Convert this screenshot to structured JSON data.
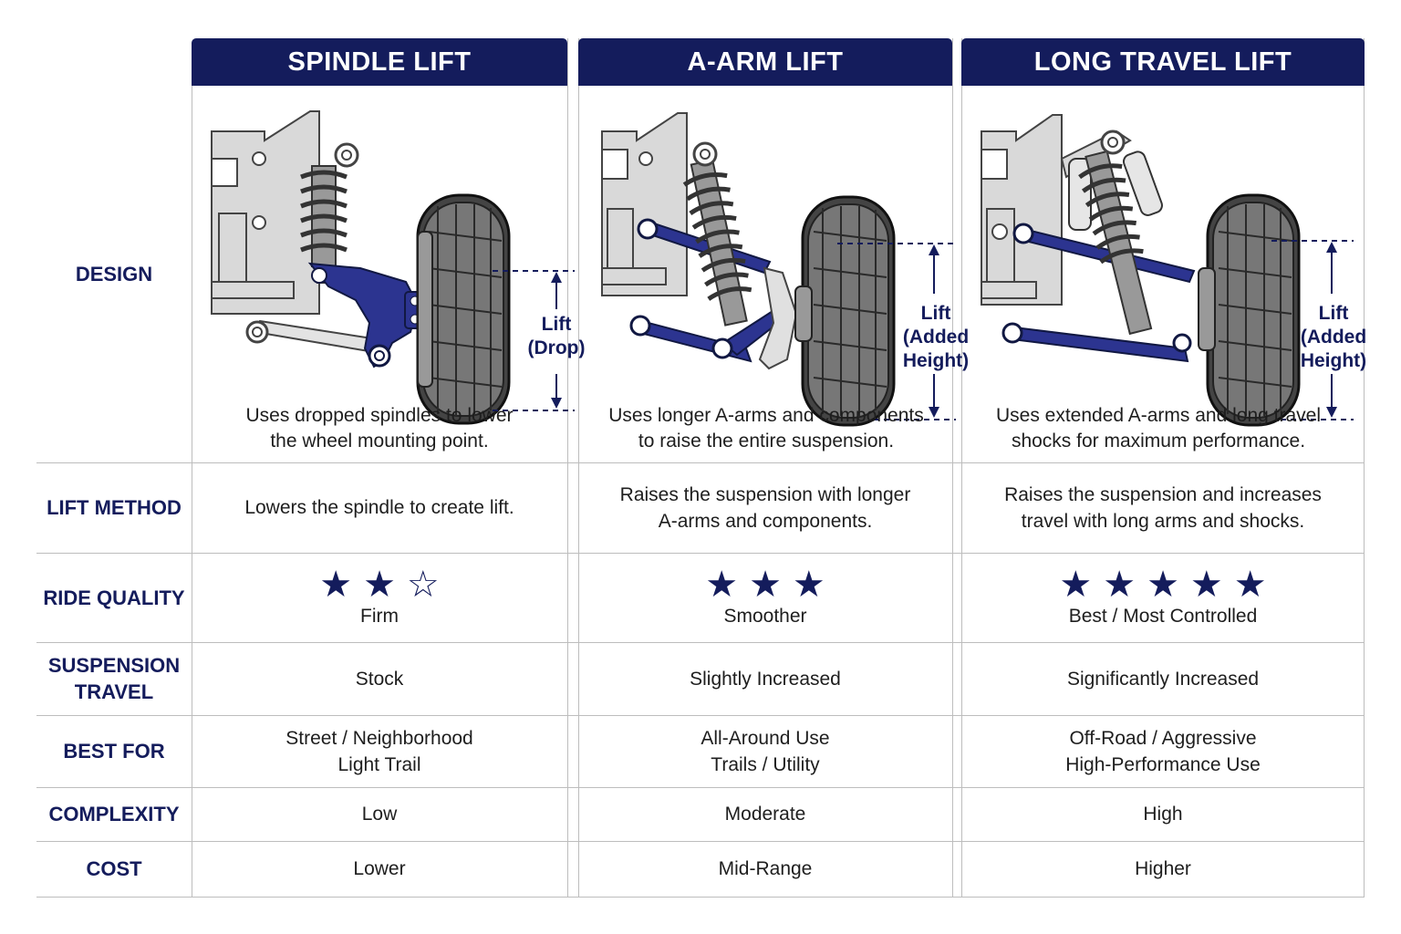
{
  "columns": [
    {
      "title": "SPINDLE LIFT",
      "lift_label": [
        "Lift",
        "(Drop)"
      ],
      "design_desc": "Uses dropped spindles to lower\nthe wheel mounting point.",
      "lift_method": "Lowers the spindle to create lift.",
      "ride_rating": 2,
      "ride_max": 3,
      "ride_text": "Firm",
      "suspension_travel": "Stock",
      "best_for": "Street / Neighborhood\nLight Trail",
      "complexity": "Low",
      "cost": "Lower"
    },
    {
      "title": "A-ARM LIFT",
      "lift_label": [
        "Lift",
        "(Added",
        "Height)"
      ],
      "design_desc": "Uses longer A-arms and components\nto raise the entire suspension.",
      "lift_method": "Raises the suspension with longer\nA-arms and components.",
      "ride_rating": 3,
      "ride_max": 3,
      "ride_text": "Smoother",
      "suspension_travel": "Slightly Increased",
      "best_for": "All-Around Use\nTrails / Utility",
      "complexity": "Moderate",
      "cost": "Mid-Range"
    },
    {
      "title": "LONG TRAVEL LIFT",
      "lift_label": [
        "Lift",
        "(Added",
        "Height)"
      ],
      "design_desc": "Uses extended A-arms and long travel\nshocks for maximum performance.",
      "lift_method": "Raises the suspension and increases\ntravel with long arms and shocks.",
      "ride_rating": 5,
      "ride_max": 5,
      "ride_text": "Best / Most Controlled",
      "suspension_travel": "Significantly Increased",
      "best_for": "Off-Road / Aggressive\nHigh-Performance Use",
      "complexity": "High",
      "cost": "Higher"
    }
  ],
  "row_labels": {
    "design": "DESIGN",
    "lift_method": "LIFT METHOD",
    "ride_quality": "RIDE QUALITY",
    "suspension_travel": "SUSPENSION\nTRAVEL",
    "best_for": "BEST FOR",
    "complexity": "COMPLEXITY",
    "cost": "COST"
  },
  "colors": {
    "header": "#141c5c",
    "accent_arm": "#2c3490",
    "grid": "#bdbdbd"
  },
  "icons": [
    "filled-star-icon",
    "empty-star-icon",
    "up-arrow-icon",
    "down-arrow-icon"
  ]
}
